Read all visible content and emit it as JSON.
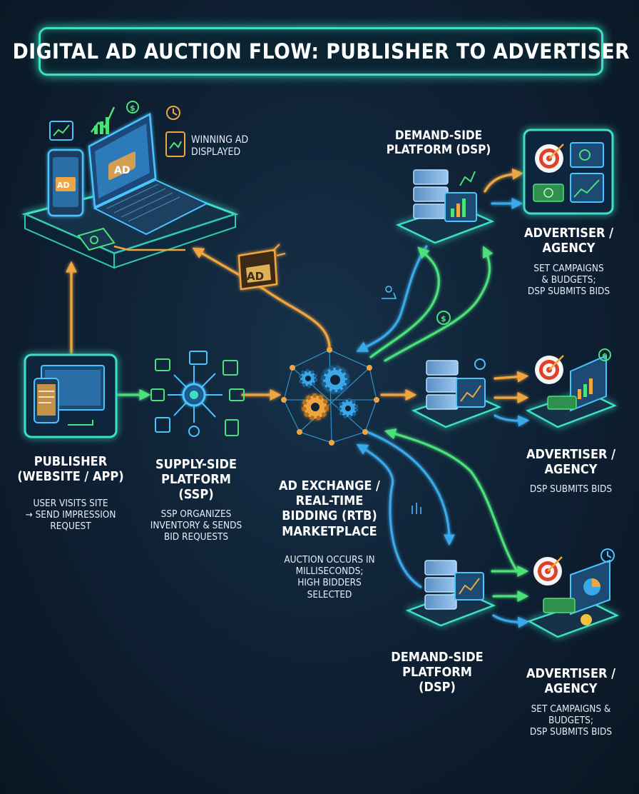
{
  "title": "DIGITAL AD AUCTION FLOW: PUBLISHER TO ADVERTISER",
  "winning_ad": {
    "line1": "WINNING AD",
    "line2": "DISPLAYED"
  },
  "ad_badge": "AD",
  "screen_ad_label": "AD",
  "phone_ad_label": "AD",
  "publisher": {
    "name_line1": "PUBLISHER",
    "name_line2": "(WEBSITE / APP)",
    "desc_line1": "USER VISITS SITE",
    "desc_line2": "→ SEND IMPRESSION",
    "desc_line3": "REQUEST"
  },
  "ssp": {
    "name_line1": "SUPPLY-SIDE",
    "name_line2": "PLATFORM",
    "name_line3": "(SSP)",
    "desc_line1": "SSP ORGANIZES",
    "desc_line2": "INVENTORY & SENDS",
    "desc_line3": "BID REQUESTS"
  },
  "exchange": {
    "name_line1": "AD EXCHANGE /",
    "name_line2": "REAL-TIME",
    "name_line3": "BIDDING (RTB)",
    "name_line4": "MARKETPLACE",
    "desc_line1": "AUCTION OCCURS IN",
    "desc_line2": "MILLISECONDS;",
    "desc_line3": "HIGH BIDDERS",
    "desc_line4": "SELECTED"
  },
  "dsp_top": {
    "line1": "DEMAND-SIDE",
    "line2": "PLATFORM (DSP)"
  },
  "dsp_bottom": {
    "line1": "DEMAND-SIDE",
    "line2": "PLATFORM",
    "line3": "(DSP)"
  },
  "advertiser_top": {
    "line1": "ADVERTISER /",
    "line2": "AGENCY",
    "desc_line1": "SET CAMPAIGNS",
    "desc_line2": "& BUDGETS;",
    "desc_line3": "DSP SUBMITS BIDS"
  },
  "advertiser_mid": {
    "line1": "ADVERTISER /",
    "line2": "AGENCY",
    "desc_line1": "DSP SUBMITS BIDS"
  },
  "advertiser_bottom": {
    "line1": "ADVERTISER /",
    "line2": "AGENCY",
    "desc_line1": "SET CAMPAIGNS &",
    "desc_line2": "BUDGETS;",
    "desc_line3": "DSP SUBMITS BIDS"
  },
  "colors": {
    "teal": "#3de0c4",
    "green": "#4be07a",
    "orange": "#f0a640",
    "blue": "#3aa8e8",
    "server": "#7fb6e6"
  }
}
